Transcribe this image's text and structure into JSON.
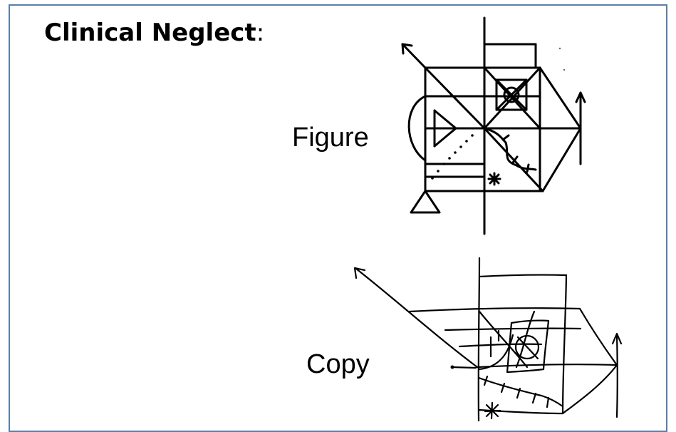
{
  "slide": {
    "title": "Clinical Neglect",
    "title_suffix": ":",
    "figure_label": "Figure",
    "copy_label": "Copy"
  },
  "colors": {
    "border": "#5b7fa6",
    "ink": "#000000",
    "background": "#ffffff"
  }
}
